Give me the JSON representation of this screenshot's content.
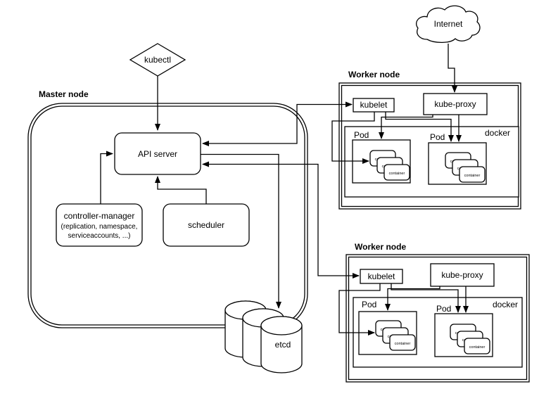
{
  "labels": {
    "master_node": "Master node",
    "worker_node": "Worker node",
    "kubectl": "kubectl",
    "internet": "Internet",
    "api_server": "API server",
    "controller_manager_title": "controller-manager",
    "controller_manager_sub1": "(replication, namespace,",
    "controller_manager_sub2": "serviceaccounts, ...)",
    "scheduler": "scheduler",
    "etcd": "etcd",
    "kubelet": "kubelet",
    "kube_proxy": "kube-proxy",
    "pod": "Pod",
    "docker": "docker",
    "container": "container"
  },
  "colors": {
    "stroke": "#000000",
    "background": "#ffffff",
    "shape_fill": "#ffffff"
  }
}
